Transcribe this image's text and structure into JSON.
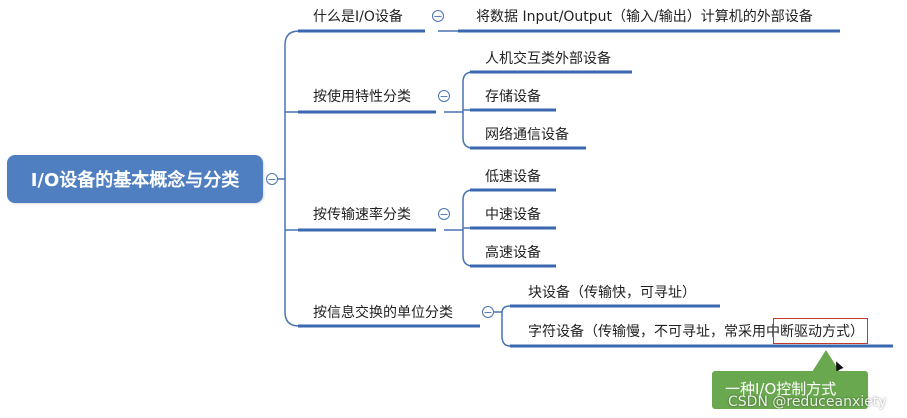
{
  "root": {
    "label": "I/O设备的基本概念与分类"
  },
  "branches": [
    {
      "label": "什么是I/O设备",
      "children": [
        "将数据 Input/Output（输入/输出）计算机的外部设备"
      ]
    },
    {
      "label": "按使用特性分类",
      "children": [
        "人机交互类外部设备",
        "存储设备",
        "网络通信设备"
      ]
    },
    {
      "label": "按传输速率分类",
      "children": [
        "低速设备",
        "中速设备",
        "高速设备"
      ]
    },
    {
      "label": "按信息交换的单位分类",
      "children": [
        "块设备（传输快，可寻址）",
        "字符设备（传输慢，不可寻址，常采用中断驱动方式）"
      ]
    }
  ],
  "collapse_glyph": "⊖",
  "callout": {
    "text": "一种I/O控制方式"
  },
  "watermark": "CSDN @reduceanxiety",
  "colors": {
    "root_fill": "#4f7fc0",
    "connector": "#4a74b5",
    "underline": "#3a67b0",
    "callout_fill": "#6aa84f",
    "highlight_border": "#c0392b"
  }
}
